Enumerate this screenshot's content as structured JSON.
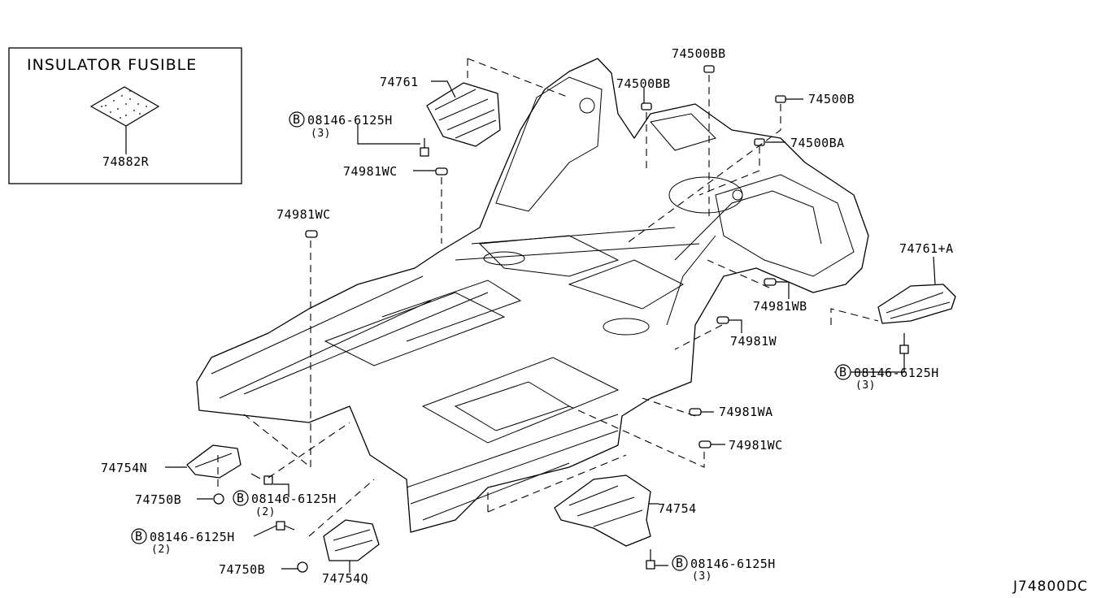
{
  "inset": {
    "title": "INSULATOR FUSIBLE",
    "part": "74882R"
  },
  "labels": {
    "p74761": "74761",
    "p74500BB_top": "74500BB",
    "p74500BB_mid": "74500BB",
    "p74500B": "74500B",
    "p74500BA": "74500BA",
    "p74981WC_a": "74981WC",
    "p74981WC_b": "74981WC",
    "p74981WC_c": "74981WC",
    "p74761A": "74761+A",
    "p74981WB": "74981WB",
    "p74981W": "74981W",
    "p74981WA": "74981WA",
    "p74754N": "74754N",
    "p74750B_a": "74750B",
    "p74750B_b": "74750B",
    "p74754": "74754",
    "p74754Q": "74754Q"
  },
  "bolts": [
    {
      "symbol": "B",
      "part": "08146-6125H",
      "qty": "(3)"
    },
    {
      "symbol": "B",
      "part": "08146-6125H",
      "qty": "(3)"
    },
    {
      "symbol": "B",
      "part": "08146-6125H",
      "qty": "(2)"
    },
    {
      "symbol": "B",
      "part": "08146-6125H",
      "qty": "(2)"
    },
    {
      "symbol": "B",
      "part": "08146-6125H",
      "qty": "(3)"
    }
  ],
  "diagram_code": "J74800DC"
}
